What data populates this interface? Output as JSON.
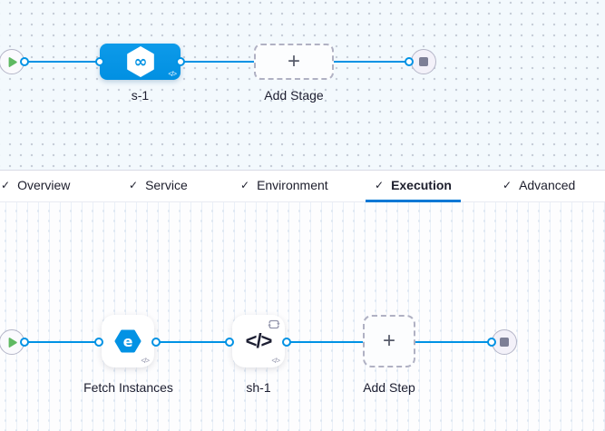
{
  "stage_graph": {
    "start_node": "pipeline-start",
    "stage": {
      "name": "s-1",
      "icon": "cd-stage-hexagon-infinity"
    },
    "add_stage": {
      "label": "Add Stage"
    },
    "end_node": "pipeline-stop"
  },
  "tab_bar": {
    "tabs": [
      {
        "label": "Overview",
        "checked": true,
        "active": false
      },
      {
        "label": "Service",
        "checked": true,
        "active": false
      },
      {
        "label": "Environment",
        "checked": true,
        "active": false
      },
      {
        "label": "Execution",
        "checked": true,
        "active": true
      },
      {
        "label": "Advanced",
        "checked": true,
        "active": false
      }
    ]
  },
  "execution_graph": {
    "steps": [
      {
        "name": "Fetch Instances",
        "icon": "fetch-instances-hexagon-e"
      },
      {
        "name": "sh-1",
        "icon": "shell-script-code",
        "loop_icon": "looping-strategy"
      }
    ],
    "add_step": {
      "label": "Add Step"
    }
  },
  "icons": {
    "check": "✓",
    "plus": "+",
    "code": "</>",
    "infinity": "∞",
    "step_e": "e"
  },
  "colors": {
    "connector_blue": "#0092e4",
    "stage_blue": "#0292e4",
    "active_tab_underline": "#0278d5",
    "play_green": "#5fb962",
    "stop_gray": "#7d7f96",
    "dashed_border": "#b0b1c3"
  }
}
